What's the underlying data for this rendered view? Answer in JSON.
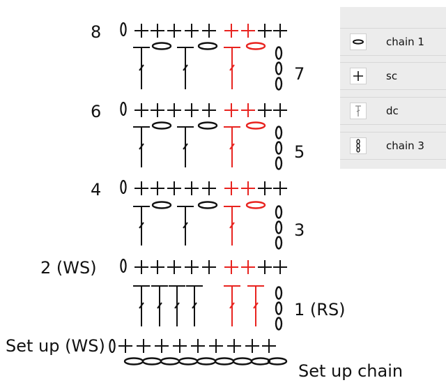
{
  "colors": {
    "black": "#111111",
    "red": "#e8231f",
    "legend_bg": "#ececec"
  },
  "rows": {
    "r8": "8",
    "r7": "7",
    "r6": "6",
    "r5": "5",
    "r4": "4",
    "r3": "3",
    "r2": "2 (WS)",
    "r1": "1 (RS)",
    "setup": "Set up (WS)",
    "setup_chain": "Set up chain"
  },
  "legend": [
    {
      "icon": "chain-icon",
      "label": "chain 1"
    },
    {
      "icon": "sc-icon",
      "label": "sc"
    },
    {
      "icon": "dc-icon",
      "label": "dc"
    },
    {
      "icon": "chain-3-icon",
      "label": "chain 3"
    }
  ]
}
